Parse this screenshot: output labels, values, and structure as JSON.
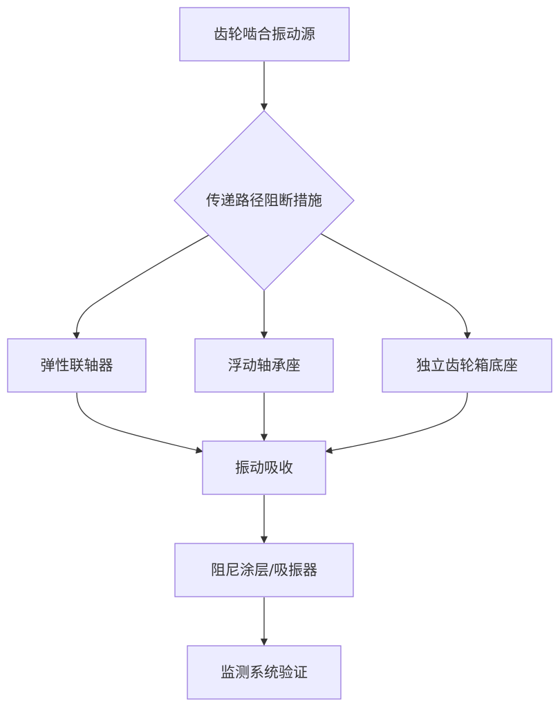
{
  "colors": {
    "node_fill": "#ECECFF",
    "node_stroke": "#9370DB",
    "edge": "#333333",
    "text": "#333333"
  },
  "nodes": {
    "source": "齿轮啮合振动源",
    "decision": "传递路径阻断措施",
    "coupling": "弹性联轴器",
    "floating_bearing": "浮动轴承座",
    "independent_base": "独立齿轮箱底座",
    "absorption": "振动吸收",
    "damping": "阻尼涂层/吸振器",
    "monitoring": "监测系统验证"
  }
}
